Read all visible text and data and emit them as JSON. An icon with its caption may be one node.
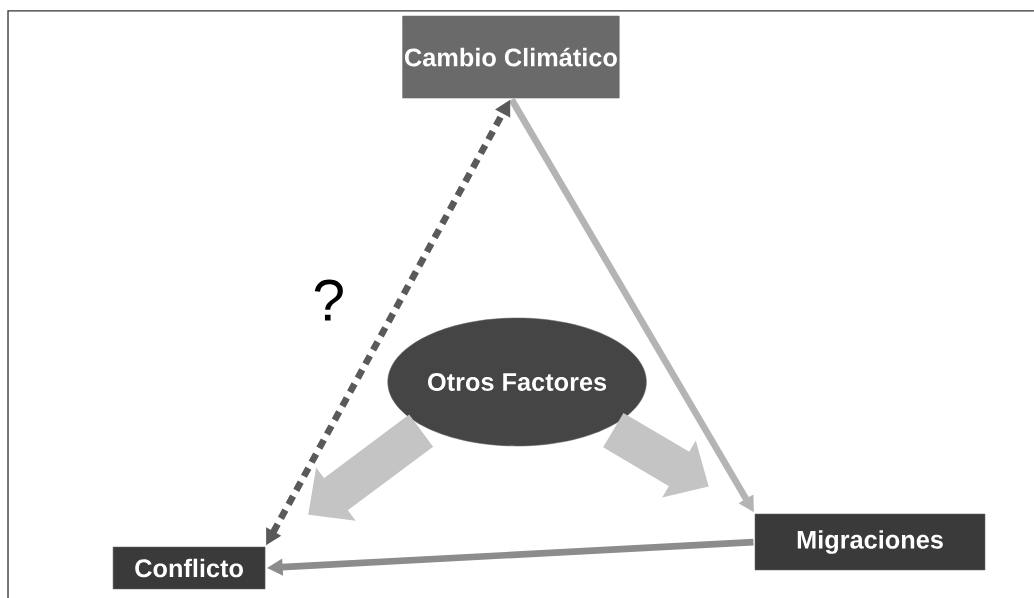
{
  "diagram": {
    "nodes": [
      {
        "text": [
          "Cambio Climático"
        ]
      },
      {
        "text": [
          "Otros Factores"
        ]
      },
      {
        "text": [
          "Conflicto"
        ]
      },
      {
        "text": [
          "Migraciones"
        ]
      }
    ],
    "edges": [
      {
        "from": 0,
        "to": 3,
        "arrow": "to",
        "color": "#b4b4b4"
      },
      {
        "from": 3,
        "to": 2,
        "arrow": "to",
        "color": "#8c8c8c"
      },
      {
        "from": 2,
        "to": 0,
        "arrow": "both",
        "style": "dashed",
        "color": "#5a5a5a",
        "label": "?"
      },
      {
        "from": 1,
        "to": 2,
        "arrow": "to",
        "style": "thick",
        "color": "#c4c4c4"
      },
      {
        "from": 1,
        "to": 3,
        "arrow": "to",
        "style": "thick",
        "color": "#c4c4c4"
      }
    ]
  }
}
